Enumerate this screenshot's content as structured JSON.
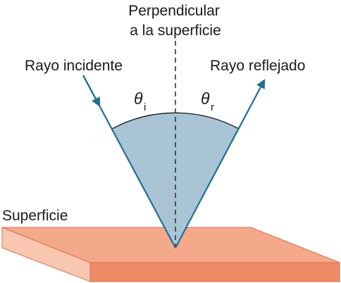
{
  "labels": {
    "normal_line1": "Perpendicular",
    "normal_line2": "a la superficie",
    "incident_ray": "Rayo incidente",
    "reflected_ray": "Rayo reflejado",
    "surface": "Superficie",
    "theta_symbol": "θ",
    "incidence_subscript": "i",
    "reflection_subscript": "r"
  },
  "colors": {
    "ray": "#1f6e96",
    "angle_fill": "#a9c4d4",
    "surface_top": "#f4a98a",
    "surface_front": "#ee8a66",
    "surface_side": "#f9c6b0",
    "surface_edge": "#d9714f",
    "normal_line": "#333333"
  }
}
